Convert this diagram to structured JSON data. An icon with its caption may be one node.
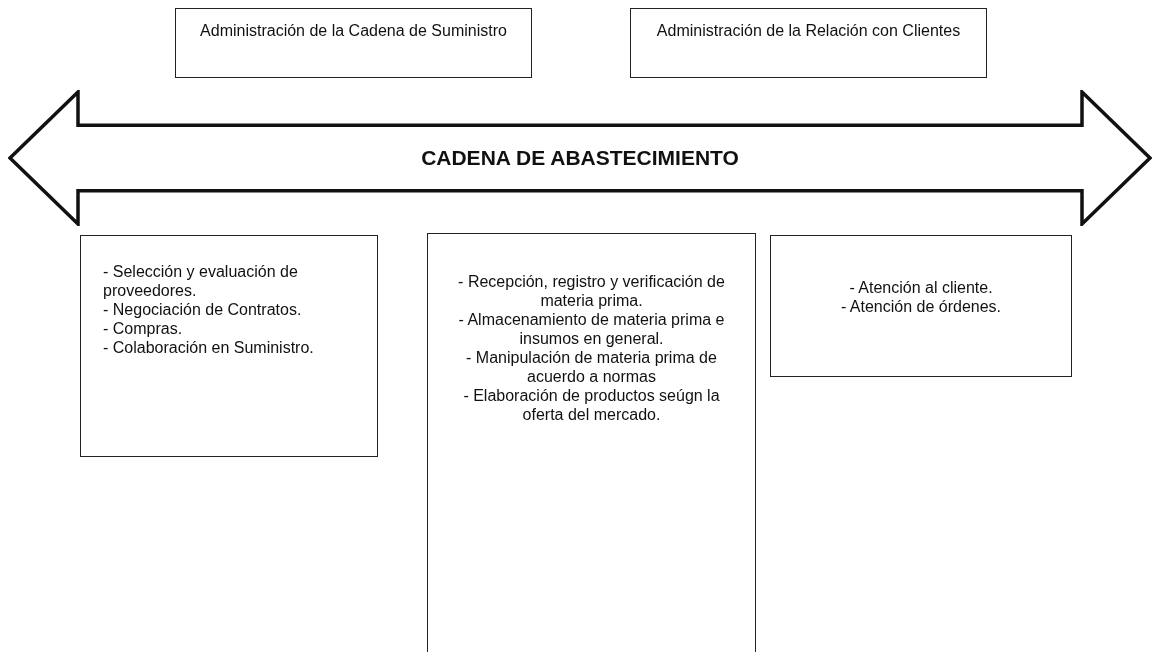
{
  "diagram": {
    "nodes": [
      {
        "text": [
          "Administración de la Cadena de Suministro"
        ]
      },
      {
        "text": [
          "Administración de la Relación con Clientes"
        ]
      },
      {
        "text": [
          "CADENA DE ABASTECIMIENTO"
        ]
      },
      {
        "text": [
          "- Selección y evaluación de proveedores.",
          "- Negociación de Contratos.",
          "- Compras.",
          "- Colaboración en Suministro."
        ]
      },
      {
        "text": [
          "- Recepción, registro y verificación de materia prima.",
          "- Almacenamiento de materia prima e insumos en general.",
          "- Manipulación de materia prima de acuerdo a normas",
          "- Elaboración de productos seúgn la oferta del mercado."
        ]
      },
      {
        "text": [
          "- Atención al cliente.",
          "- Atención de órdenes."
        ]
      }
    ]
  }
}
